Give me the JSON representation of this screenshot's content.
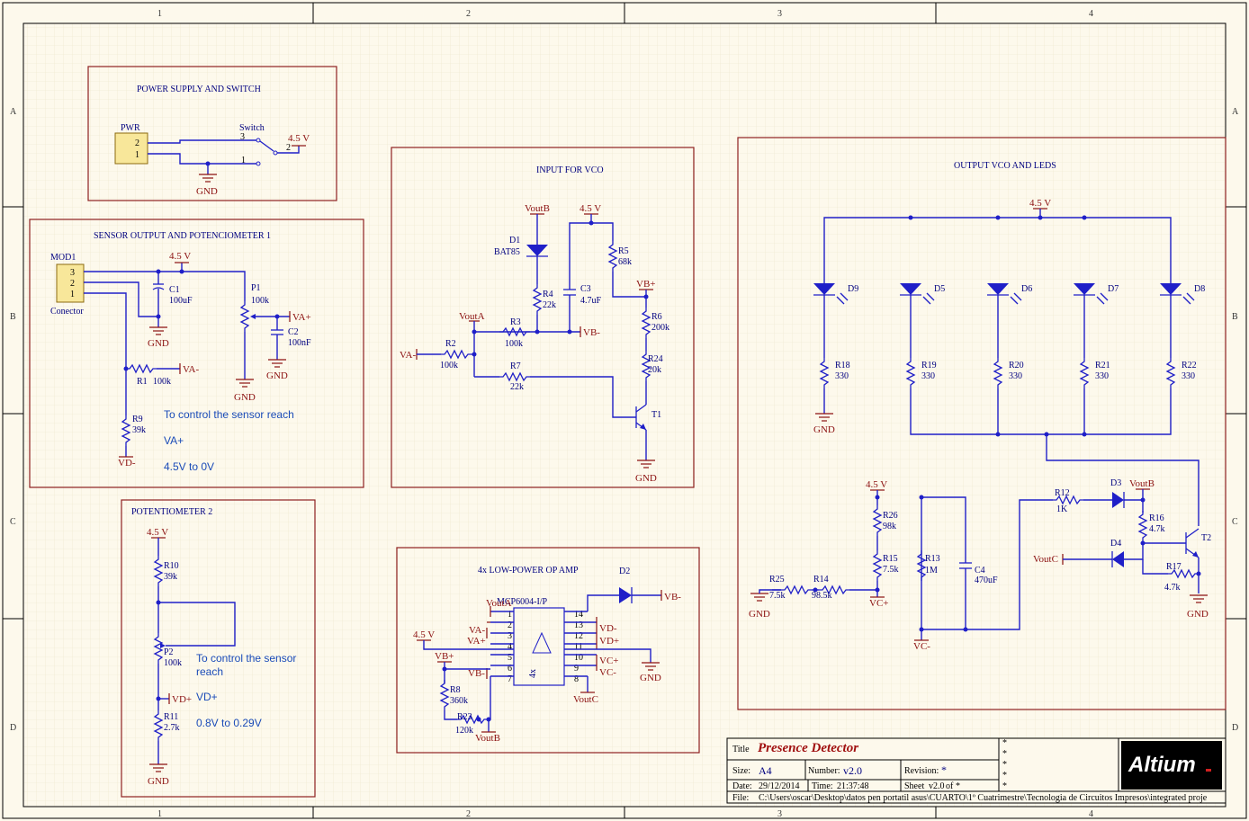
{
  "frame": {
    "columns": [
      "1",
      "2",
      "3",
      "4"
    ],
    "rows": [
      "A",
      "B",
      "C",
      "D"
    ]
  },
  "sections": {
    "power": "POWER SUPPLY AND SWITCH",
    "sensor": "SENSOR OUTPUT AND POTENCIOMETER 1",
    "pot2": "POTENTIOMETER 2",
    "input_vco": "INPUT FOR VCO",
    "opamp": "4x LOW-POWER OP AMP",
    "output": "OUTPUT VCO AND LEDS"
  },
  "labels": {
    "pwr": "PWR",
    "switch": "Switch",
    "mod1": "MOD1",
    "conector": "Conector",
    "c1": "C1",
    "c1v": "100uF",
    "c2": "C2",
    "c2v": "100nF",
    "p1": "P1",
    "p1v": "100k",
    "r1": "R1",
    "r1v": "100k",
    "r9": "R9",
    "r9v": "39k",
    "r10": "R10",
    "r10v": "39k",
    "p2": "P2",
    "p2v": "100k",
    "r11": "R11",
    "r11v": "2.7k",
    "d1": "D1",
    "d1v": "BAT85",
    "c3": "C3",
    "c3v": "4.7uF",
    "r4": "R4",
    "r4v": "22k",
    "r5": "R5",
    "r5v": "68k",
    "r3": "R3",
    "r3v": "100k",
    "r2": "R2",
    "r2v": "100k",
    "r7": "R7",
    "r7v": "22k",
    "r6": "R6",
    "r6v": "200k",
    "r24": "R24",
    "r24v": "20k",
    "t1": "T1",
    "u1": "MCP6004-I/P",
    "u1x": "4x",
    "d2": "D2",
    "r8": "R8",
    "r8v": "360k",
    "r23": "R23",
    "r23v": "120k",
    "d9": "D9",
    "d5": "D5",
    "d6": "D6",
    "d7": "D7",
    "d8": "D8",
    "r18": "R18",
    "r19": "R19",
    "r20": "R20",
    "r21": "R21",
    "r22": "R22",
    "r330": "330",
    "r26": "R26",
    "r26v": "98k",
    "r15": "R15",
    "r15v": "7.5k",
    "r13": "R13",
    "r13v": "1M",
    "c4": "C4",
    "c4v": "470uF",
    "r25": "R25",
    "r25v": "7.5k",
    "r14": "R14",
    "r14v": "98.5k",
    "r12": "R12",
    "r12v": "1K",
    "d3": "D3",
    "d4": "D4",
    "r16": "R16",
    "r16v": "4.7k",
    "r17": "R17",
    "r17v": "4.7k",
    "t2": "T2"
  },
  "power_ports": {
    "v45": "4.5 V",
    "gnd": "GND",
    "va_plus": "VA+",
    "va_minus": "VA-",
    "vb_plus": "VB+",
    "vb_minus": "VB-",
    "vc_plus": "VC+",
    "vc_minus": "VC-",
    "vd_plus": "VD+",
    "vd_minus": "VD-",
    "vouta": "VoutA",
    "voutb": "VoutB",
    "voutc": "VoutC"
  },
  "notes": {
    "sensor_1": "To control the sensor reach",
    "sensor_2": "VA+",
    "sensor_3": "4.5V to 0V",
    "pot2_1": "To control the sensor",
    "pot2_2": "reach",
    "pot2_3": "VD+",
    "pot2_4": "0.8V to 0.29V"
  },
  "title_block": {
    "title_label": "Title",
    "title": "Presence Detector",
    "size_label": "Size:",
    "size": "A4",
    "number_label": "Number:",
    "number": "v2.0",
    "revision_label": "Revision:",
    "revision": "*",
    "date_label": "Date:",
    "date": "29/12/2014",
    "time_label": "Time:",
    "time": "21:37:48",
    "sheet_label": "Sheet",
    "sheet": "v2.0",
    "sheet_of": "of",
    "sheet_total": "*",
    "file_label": "File:",
    "file": "C:\\Users\\oscar\\Desktop\\datos pen portatil asus\\CUARTO\\1º Cuatrimestre\\Tecnologia de Circuitos Impresos\\integrated proje",
    "logo": "Altium",
    "stars": [
      "*",
      "*",
      "*",
      "*",
      "*"
    ]
  }
}
